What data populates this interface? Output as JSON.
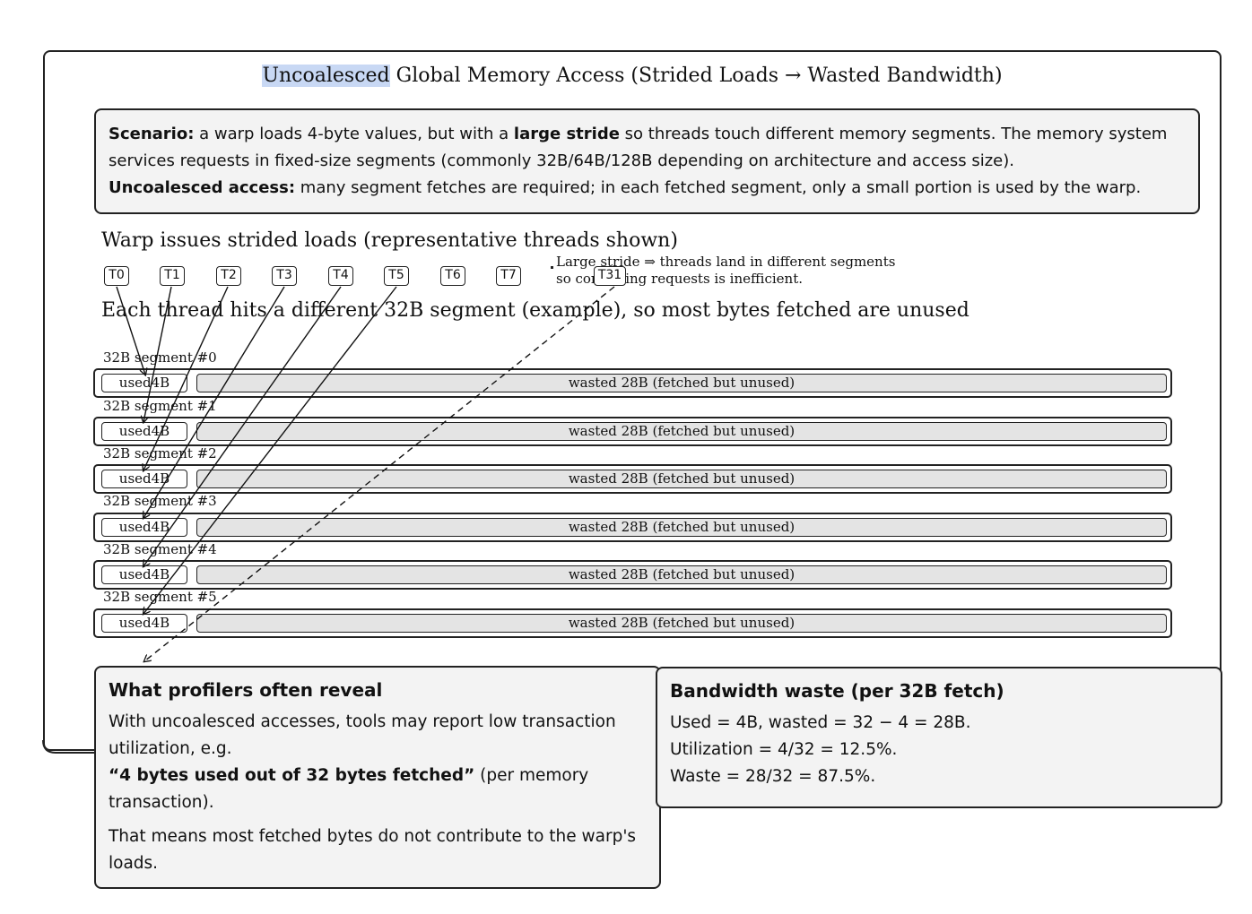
{
  "title": {
    "highlighted": "Uncoalesced",
    "rest": " Global Memory Access (Strided Loads → Wasted Bandwidth)"
  },
  "scenario": {
    "label1": "Scenario:",
    "text1a": " a warp loads 4-byte values, but with a ",
    "bold1": "large stride",
    "text1b": " so threads touch different memory segments.  The memory system services requests in fixed-size segments (commonly 32B/64B/128B depending on architecture and access size).",
    "label2": "Uncoalesced access:",
    "text2": " many segment fetches are required; in each fetched segment, only a small portion is used by the warp."
  },
  "warp_heading": "Warp issues strided loads (representative threads shown)",
  "note": {
    "line1": "Large stride ⇒ threads land in different segments",
    "line2": "so combining requests is inefficient."
  },
  "threads": [
    "T0",
    "T1",
    "T2",
    "T3",
    "T4",
    "T5",
    "T6",
    "T7",
    "T31"
  ],
  "each_heading": "Each thread hits a different 32B segment (example), so most bytes fetched are unused",
  "segments": [
    {
      "label": "32B segment #0",
      "used": "used4B",
      "wasted": "wasted 28B (fetched but unused)"
    },
    {
      "label": "32B segment #1",
      "used": "used4B",
      "wasted": "wasted 28B (fetched but unused)"
    },
    {
      "label": "32B segment #2",
      "used": "used4B",
      "wasted": "wasted 28B (fetched but unused)"
    },
    {
      "label": "32B segment #3",
      "used": "used4B",
      "wasted": "wasted 28B (fetched but unused)"
    },
    {
      "label": "32B segment #4",
      "used": "used4B",
      "wasted": "wasted 28B (fetched but unused)"
    },
    {
      "label": "32B segment #5",
      "used": "used4B",
      "wasted": "wasted 28B (fetched but unused)"
    }
  ],
  "profiler": {
    "heading": "What profilers often reveal",
    "p1": "With uncoalesced accesses, tools may report low transaction utilization, e.g.",
    "quote": "“4 bytes used out of 32 bytes fetched”",
    "quote_tail": " (per memory transaction).",
    "p2": "That means most fetched bytes do not contribute to the warp's loads."
  },
  "bandwidth": {
    "heading": "Bandwidth waste (per 32B fetch)",
    "line1": "Used = 4B, wasted = 32 − 4 = 28B.",
    "line2": "Utilization = 4/32 = 12.5%.",
    "line3": "Waste = 28/32 = 87.5%."
  }
}
